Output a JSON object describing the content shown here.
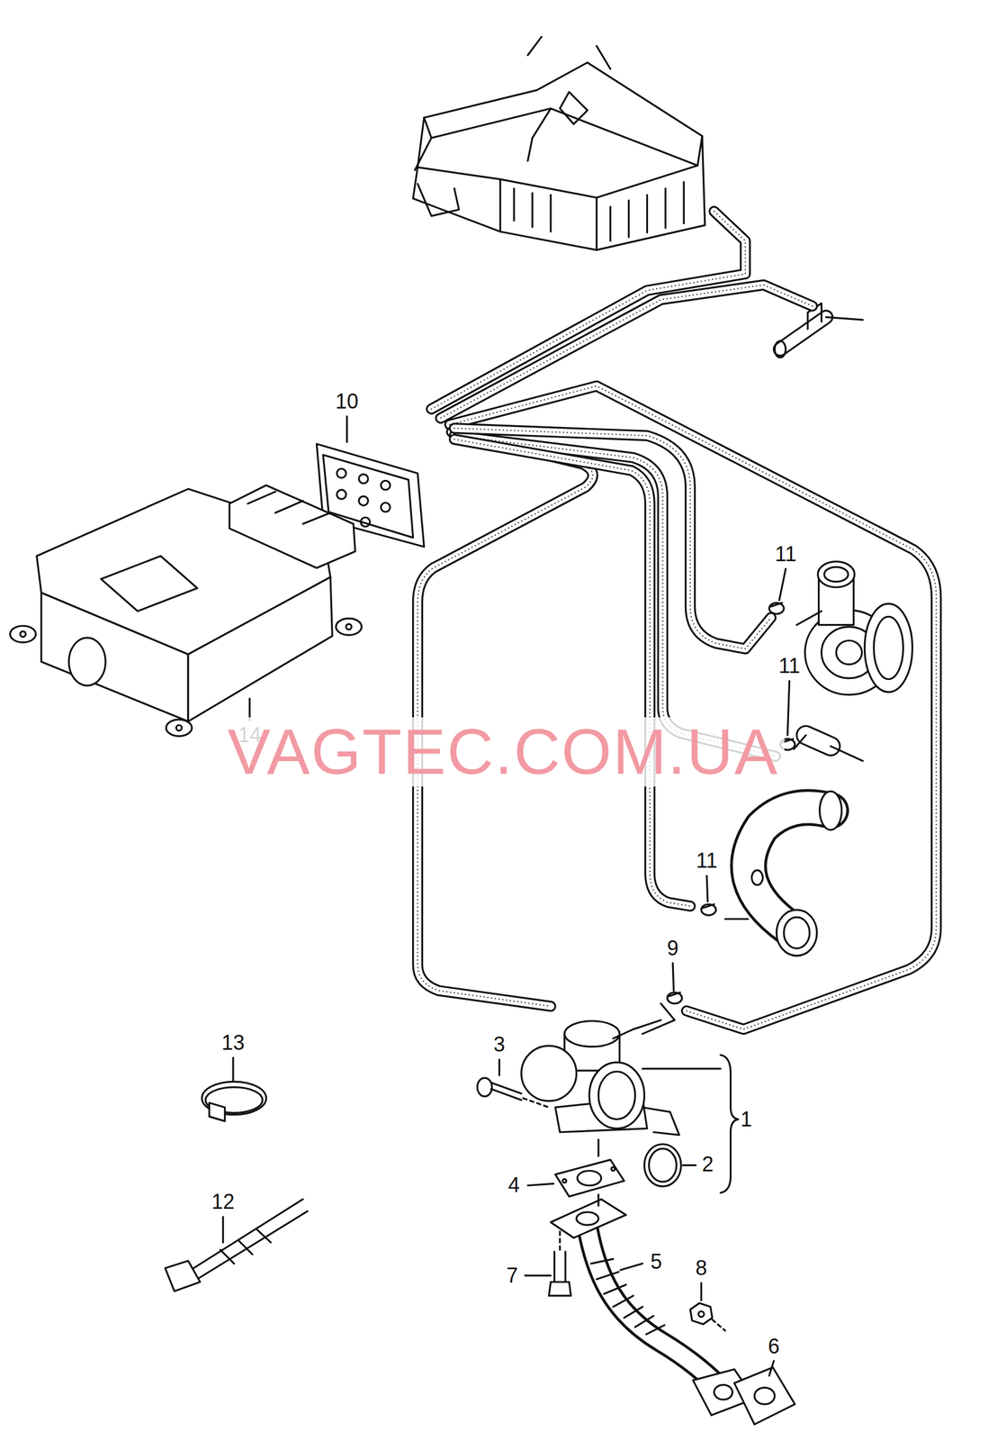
{
  "diagram": {
    "labels": [
      "10",
      "11",
      "14",
      "11",
      "VAGTEC.COM.UA",
      "11",
      "9",
      "13",
      "3",
      "1",
      "2",
      "4",
      "12",
      "5",
      "7",
      "8",
      "6"
    ]
  }
}
